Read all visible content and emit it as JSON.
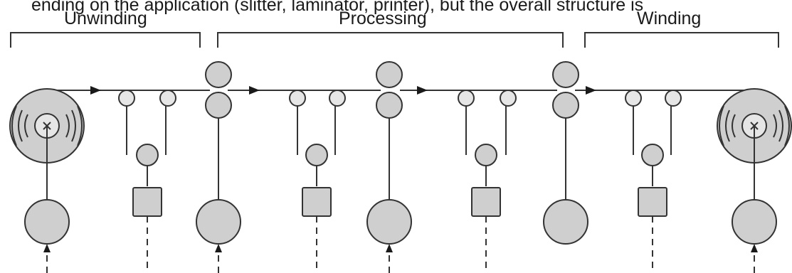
{
  "caption_fragment": "ending on the application (slitter, laminator, printer), but the overall structure is",
  "sections": {
    "unwinding": "Unwinding",
    "processing": "Processing",
    "winding": "Winding"
  },
  "colors": {
    "fill": "#cfcfcf",
    "stroke": "#333333",
    "idler": "#e6e6e6"
  }
}
